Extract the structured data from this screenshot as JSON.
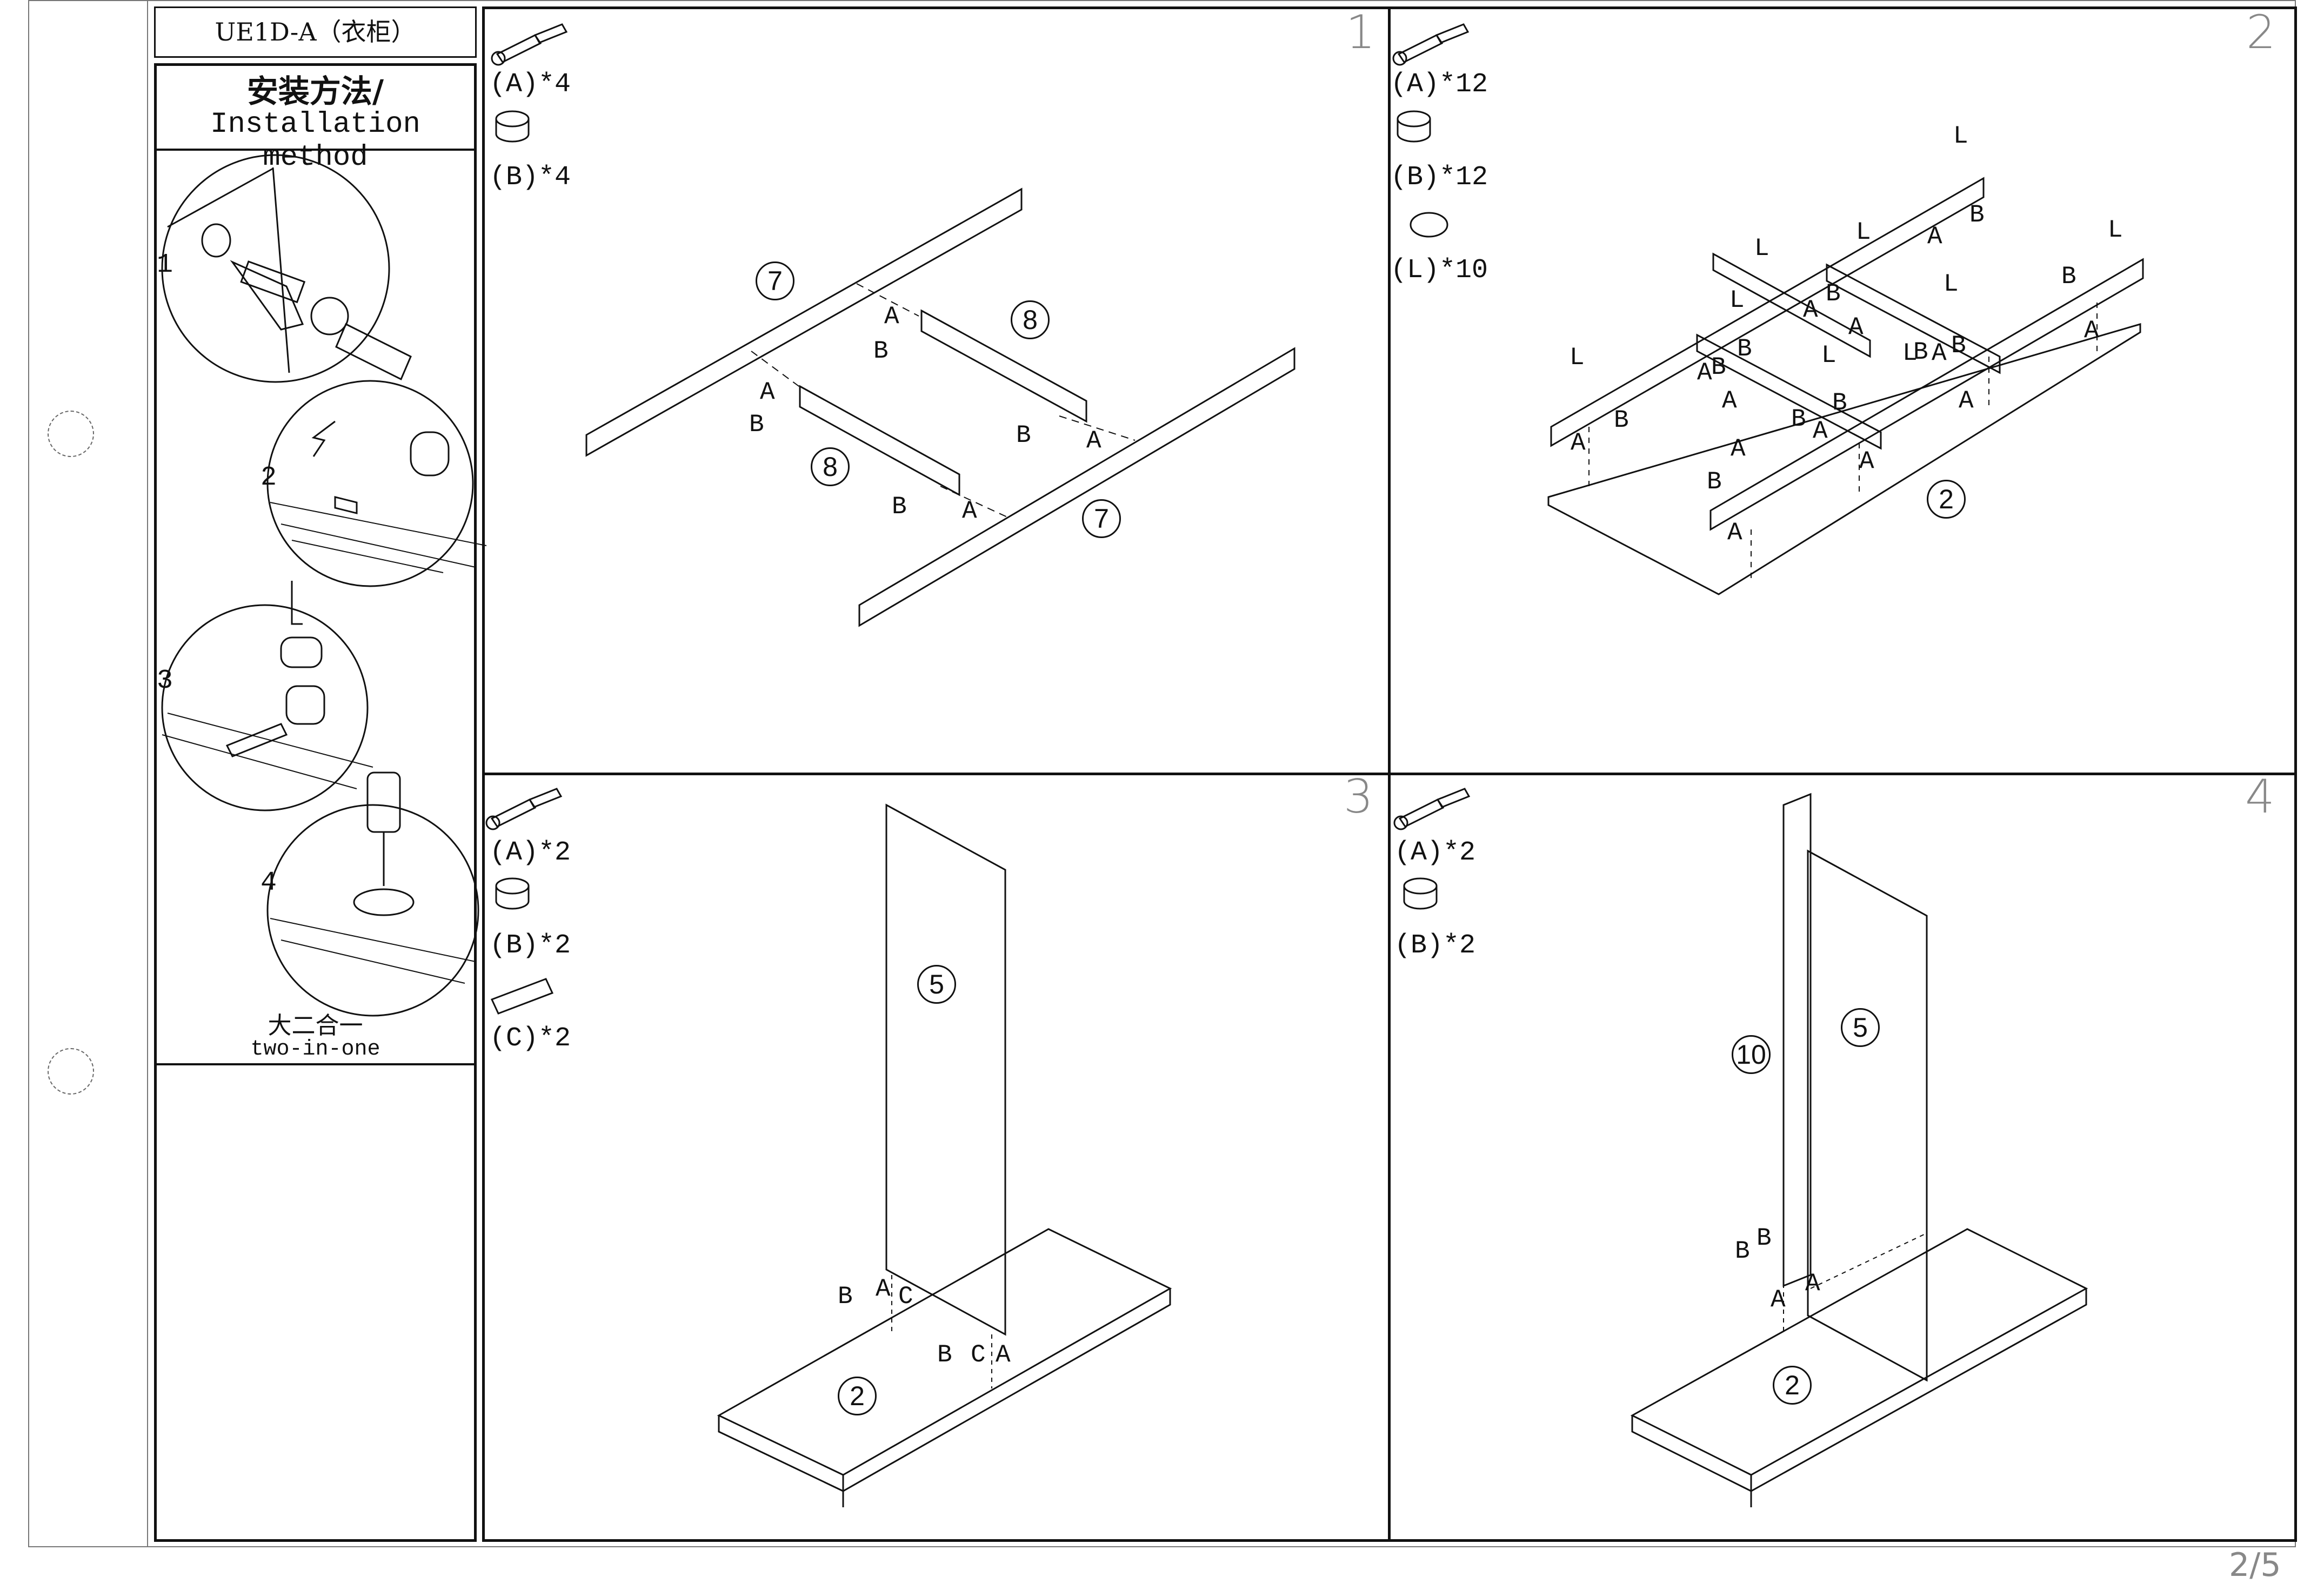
{
  "header": {
    "model": "UE1D-A（衣柜）"
  },
  "sidebar": {
    "title_cn": "安装方法/",
    "title_en": "Installation method",
    "steps": [
      "1",
      "2",
      "3",
      "4"
    ],
    "caption_cn": "大二合一",
    "caption_en": "two-in-one"
  },
  "panels": [
    {
      "number": "1",
      "parts": [
        "(A)*4",
        "(B)*4"
      ],
      "circles": [
        "7",
        "8",
        "8",
        "7"
      ],
      "letters": [
        "A",
        "B",
        "A",
        "B",
        "B",
        "A",
        "B",
        "A"
      ]
    },
    {
      "number": "2",
      "parts": [
        "(A)*12",
        "(B)*12",
        "(L)*10"
      ],
      "circles": [
        "2"
      ],
      "letters": [
        "L",
        "B",
        "A",
        "L",
        "L",
        "A",
        "B",
        "A",
        "A",
        "B",
        "L",
        "B",
        "L",
        "B",
        "A",
        "L",
        "A",
        "B",
        "L",
        "B",
        "A",
        "B",
        "A",
        "L",
        "A",
        "B",
        "A",
        "A",
        "L",
        "B",
        "A",
        "A",
        "B"
      ]
    },
    {
      "number": "3",
      "parts": [
        "(A)*2",
        "(B)*2",
        "(C)*2"
      ],
      "circles": [
        "5",
        "2"
      ],
      "letters": [
        "B",
        "A",
        "C",
        "B",
        "C",
        "A"
      ]
    },
    {
      "number": "4",
      "parts": [
        "(A)*2",
        "(B)*2"
      ],
      "circles": [
        "10",
        "5",
        "2"
      ],
      "letters": [
        "B",
        "B",
        "A",
        "A"
      ]
    }
  ],
  "page": {
    "indicator": "2/5"
  }
}
